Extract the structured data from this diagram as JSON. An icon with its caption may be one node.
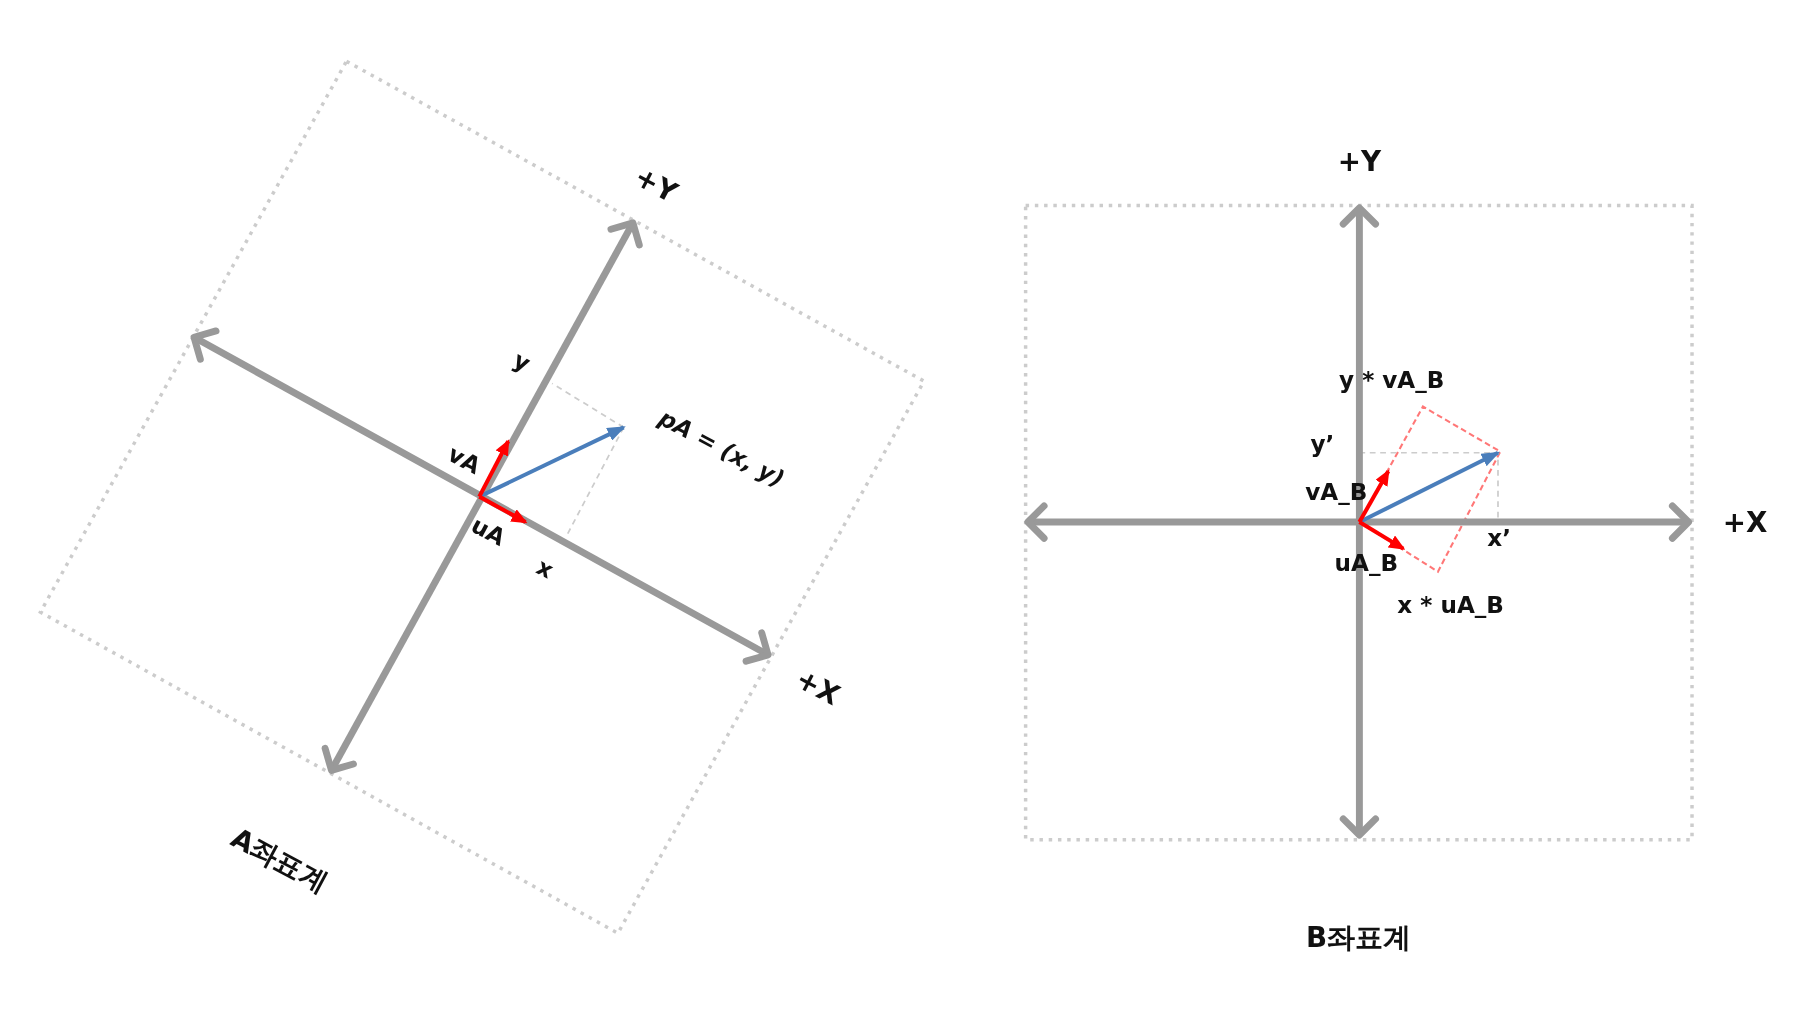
{
  "diagram": {
    "labels": [
      "+Y",
      "y",
      "pA = (x, y)",
      "vA",
      "uA",
      "x",
      "+X",
      "A좌표계",
      "+Y",
      "y * vA_B",
      "y’",
      "vA_B",
      "+X",
      "x’",
      "uA_B",
      "x * uA_B",
      "B좌표계"
    ]
  }
}
